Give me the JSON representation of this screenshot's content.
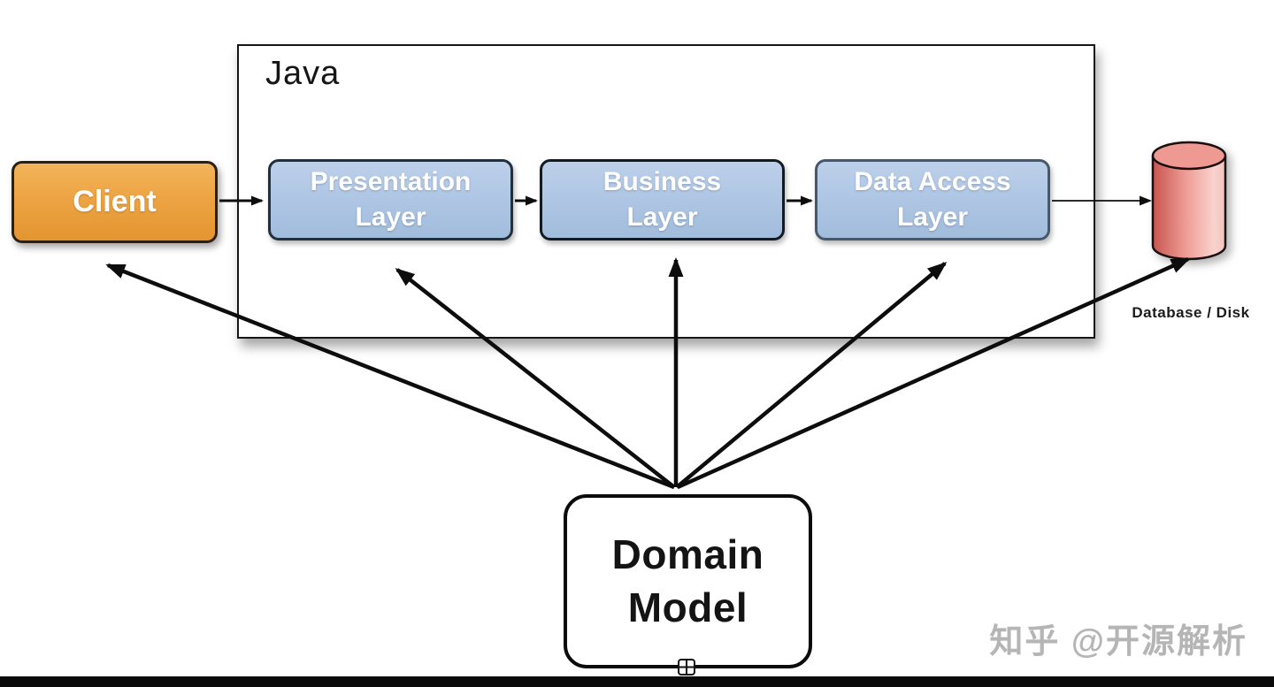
{
  "diagram": {
    "container": {
      "label": "Java",
      "fill": "#ffffff",
      "border_color": "#161616"
    },
    "nodes": {
      "client": {
        "label": "Client",
        "fill": "#eda444",
        "border_color": "#2b2013",
        "text_color": "#ffffff"
      },
      "presentation_layer": {
        "line1": "Presentation",
        "line2": "Layer",
        "fill": "#aec6e4",
        "border_color": "#22303e",
        "text_color": "#ffffff"
      },
      "business_layer": {
        "line1": "Business",
        "line2": "Layer",
        "fill": "#aec6e4",
        "border_color": "#141a22",
        "text_color": "#ffffff"
      },
      "data_access_layer": {
        "line1": "Data Access",
        "line2": "Layer",
        "fill": "#aec6e4",
        "border_color": "#46586a",
        "text_color": "#ffffff"
      },
      "domain_model": {
        "line1": "Domain",
        "line2": "Model",
        "fill": "#ffffff",
        "border_color": "#0b0b0b",
        "text_color": "#141414"
      },
      "database": {
        "label": "Database / Disk",
        "fill_dark": "#c8554f",
        "fill_mid": "#ee9c95",
        "fill_light": "#f8d3ce",
        "top_fill": "#ee9a92",
        "border_color": "#1a0f0f"
      }
    },
    "edges": [
      {
        "from": "client",
        "to": "presentation_layer",
        "style": "horizontal-arrow"
      },
      {
        "from": "presentation_layer",
        "to": "business_layer",
        "style": "horizontal-arrow"
      },
      {
        "from": "business_layer",
        "to": "data_access_layer",
        "style": "horizontal-arrow"
      },
      {
        "from": "data_access_layer",
        "to": "database",
        "style": "thin-horizontal-arrow"
      },
      {
        "from": "domain_model",
        "to": "client",
        "style": "thick-arrow"
      },
      {
        "from": "domain_model",
        "to": "presentation_layer",
        "style": "thick-arrow"
      },
      {
        "from": "domain_model",
        "to": "business_layer",
        "style": "thick-arrow"
      },
      {
        "from": "domain_model",
        "to": "data_access_layer",
        "style": "thick-arrow"
      },
      {
        "from": "domain_model",
        "to": "database",
        "style": "thick-arrow"
      }
    ],
    "arrow_color": "#0d0d0d"
  },
  "watermark": {
    "text": "知乎 @开源解析",
    "color": "#b5b5b5"
  }
}
